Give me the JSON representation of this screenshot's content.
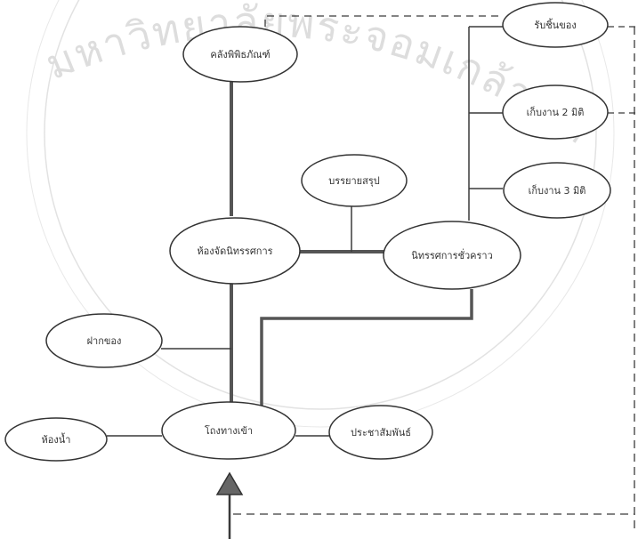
{
  "nodes": {
    "kalang": "คลังพิพิธภัณฑ์",
    "rap_chuen": "รับชิ้นของ",
    "kep_2d": "เก็บงาน 2 มิติ",
    "kep_3d": "เก็บงาน 3 มิติ",
    "banyai": "บรรยายสรุป",
    "hong_jat": "ห้องจัดนิทรรศการ",
    "nitat_chua": "นิทรรศการชั่วคราว",
    "fak_khong": "ฝากของ",
    "thang_khao": "โถงทางเข้า",
    "hong_nam": "ห้องน้ำ",
    "pr": "ประชาสัมพันธ์"
  },
  "watermark": {
    "text": "มหาวิทยาลัยพระจอมเกล้าเจ้าคุณทหาร"
  },
  "colors": {
    "background": "#ffffff",
    "line": "#3a3a3a",
    "thick_line": "#555555",
    "watermark": "#d8d8d8"
  }
}
